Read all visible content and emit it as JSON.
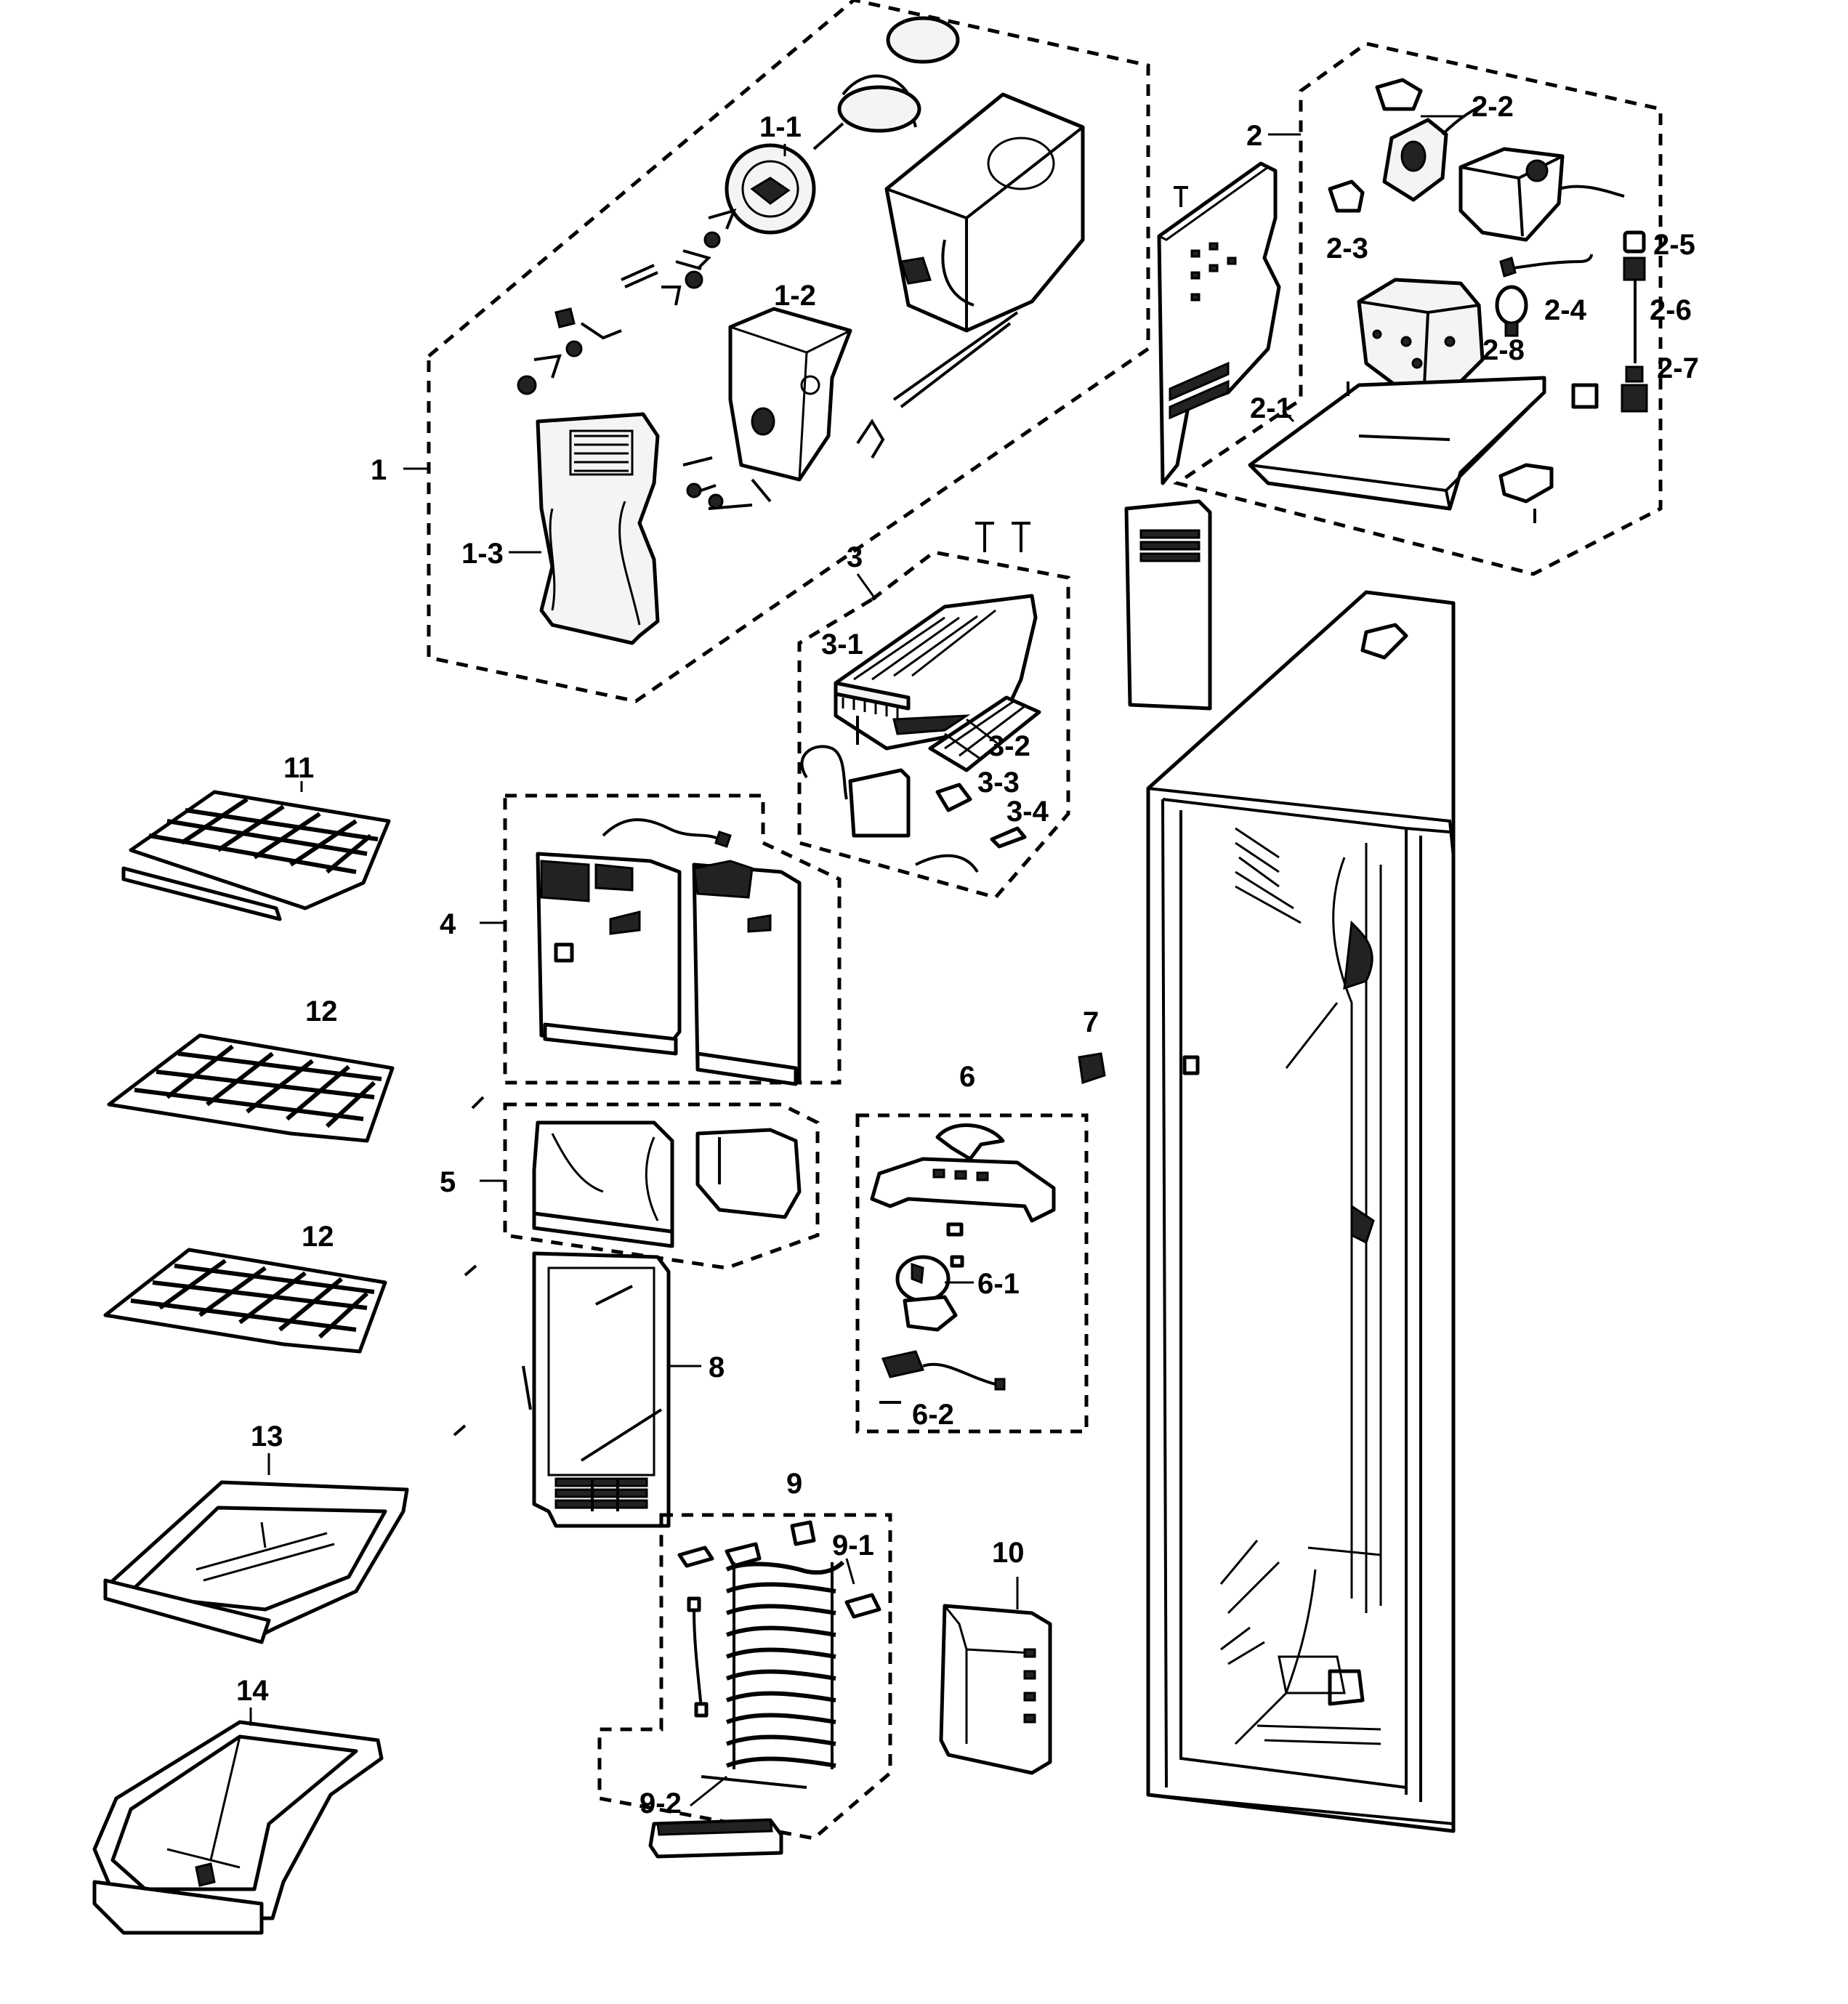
{
  "labels": {
    "l1": "1",
    "l1_1": "1-1",
    "l1_2": "1-2",
    "l1_3": "1-3",
    "l2": "2",
    "l2_1": "2-1",
    "l2_2": "2-2",
    "l2_3": "2-3",
    "l2_4": "2-4",
    "l2_5": "2-5",
    "l2_6": "2-6",
    "l2_7": "2-7",
    "l2_8": "2-8",
    "l3": "3",
    "l3_1": "3-1",
    "l3_2": "3-2",
    "l3_3": "3-3",
    "l3_4": "3-4",
    "l4": "4",
    "l5": "5",
    "l6": "6",
    "l6_1": "6-1",
    "l6_2": "6-2",
    "l7": "7",
    "l8": "8",
    "l9": "9",
    "l9_1": "9-1",
    "l9_2": "9-2",
    "l10": "10",
    "l11": "11",
    "l12a": "12",
    "l12b": "12",
    "l13": "13",
    "l14": "14"
  },
  "colors": {
    "line": "#000000",
    "fill": "#f4f4f4",
    "background": "#ffffff"
  }
}
